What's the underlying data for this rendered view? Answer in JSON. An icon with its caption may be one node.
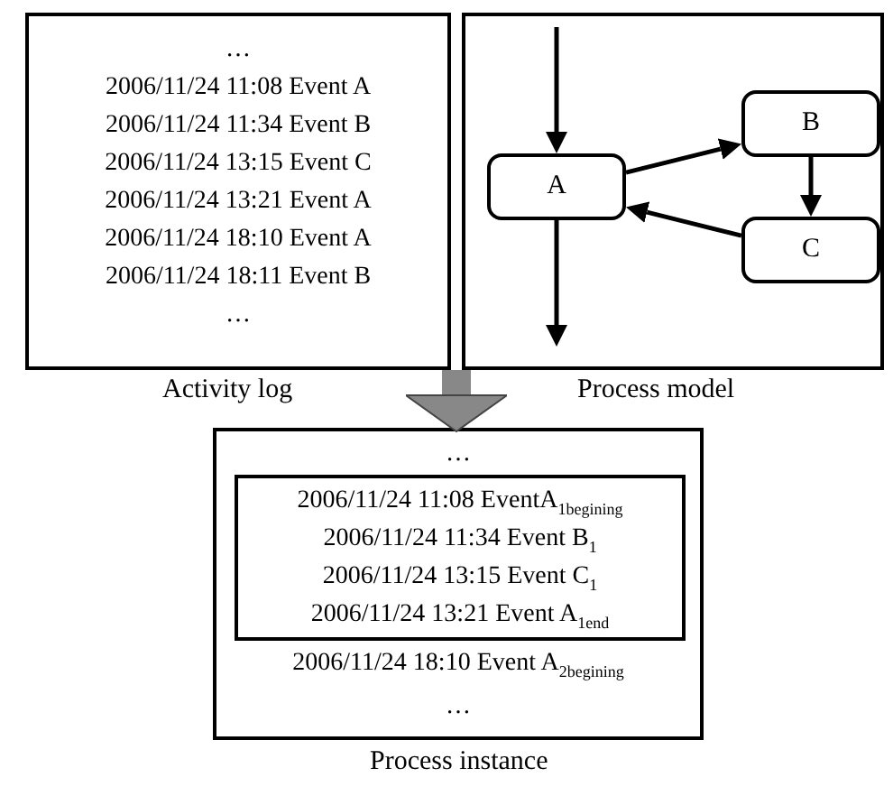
{
  "diagram": {
    "nodes": [
      {
        "text": [
          "…",
          "2006/11/24 11:08 Event A",
          "2006/11/24 11:34 Event B",
          "2006/11/24 13:15 Event C",
          "2006/11/24 13:21 Event A",
          "2006/11/24 18:10 Event A",
          "2006/11/24 18:11 Event B",
          "…"
        ],
        "beside": [
          "Activity log"
        ]
      },
      {
        "text": [],
        "shape": "box",
        "beside": [
          "Process model"
        ]
      },
      {
        "text": [
          "A"
        ],
        "in": 1
      },
      {
        "text": [
          "B"
        ],
        "in": 1
      },
      {
        "text": [
          "C"
        ],
        "in": 1
      },
      {
        "text": [
          "…",
          "2006/11/24 18:10 Event A$_{2begining}$",
          "…"
        ],
        "beside": [
          "Process instance"
        ]
      },
      {
        "text": [
          "2006/11/24 11:08 EventA$_{1begining}$",
          "2006/11/24 11:34 Event B$_{1}$",
          "2006/11/24 13:15 Event C$_{1}$",
          "2006/11/24 13:21 Event A$_{1end}$"
        ],
        "in": 5
      }
    ],
    "edges": [
      {
        "from": null,
        "to": 2,
        "arrow": "to"
      },
      {
        "from": 2,
        "to": 3,
        "arrow": "to"
      },
      {
        "from": 3,
        "to": 4,
        "arrow": "to"
      },
      {
        "from": 4,
        "to": 2,
        "arrow": "to"
      },
      {
        "from": 2,
        "to": null,
        "arrow": "to"
      },
      {
        "from": 0,
        "to": 5,
        "arrow": "to",
        "style": "thick",
        "color": "#888888"
      },
      {
        "from": 1,
        "to": 5,
        "arrow": "to",
        "style": "thick",
        "color": "#888888"
      }
    ]
  }
}
